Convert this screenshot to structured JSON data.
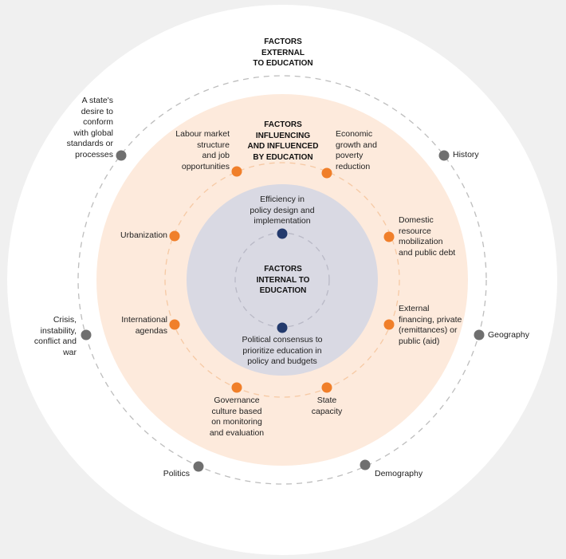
{
  "colors": {
    "background": "#f0f0f0",
    "outer_circle": "#ffffff",
    "middle_circle": "#fdeadc",
    "inner_circle": "#d9d9e3",
    "external_dot": "#6f6f6f",
    "influencing_dot": "#f07f2a",
    "internal_dot": "#233a6d",
    "outer_ring_dash": "#bdbdbd",
    "middle_ring_dash": "#f6c9a4",
    "inner_ring_dash": "#b9b9c6"
  },
  "headings": {
    "external": "FACTORS\nEXTERNAL\nTO EDUCATION",
    "influencing": "FACTORS\nINFLUENCING\nAND INFLUENCED\nBY EDUCATION",
    "internal": "FACTORS\nINTERNAL TO\nEDUCATION"
  },
  "external_factors": [
    {
      "label": "A state's\ndesire to\nconform\nwith global\nstandards or\nprocesses"
    },
    {
      "label": "History"
    },
    {
      "label": "Crisis,\ninstability,\nconflict and\nwar"
    },
    {
      "label": "Geography"
    },
    {
      "label": "Politics"
    },
    {
      "label": "Demography"
    }
  ],
  "influencing_factors": [
    {
      "label": "Labour market\nstructure\nand job\nopportunities"
    },
    {
      "label": "Economic\ngrowth and\npoverty\nreduction"
    },
    {
      "label": "Urbanization"
    },
    {
      "label": "Domestic\nresource\nmobilization\nand public debt"
    },
    {
      "label": "International\nagendas"
    },
    {
      "label": "External\nfinancing, private\n(remittances) or\npublic (aid)"
    },
    {
      "label": "Governance\nculture based\non monitoring\nand evaluation"
    },
    {
      "label": "State\ncapacity"
    }
  ],
  "internal_factors": [
    {
      "label": "Efficiency in\npolicy design and\nimplementation"
    },
    {
      "label": "Political consensus to\nprioritize education in\npolicy and budgets"
    }
  ]
}
